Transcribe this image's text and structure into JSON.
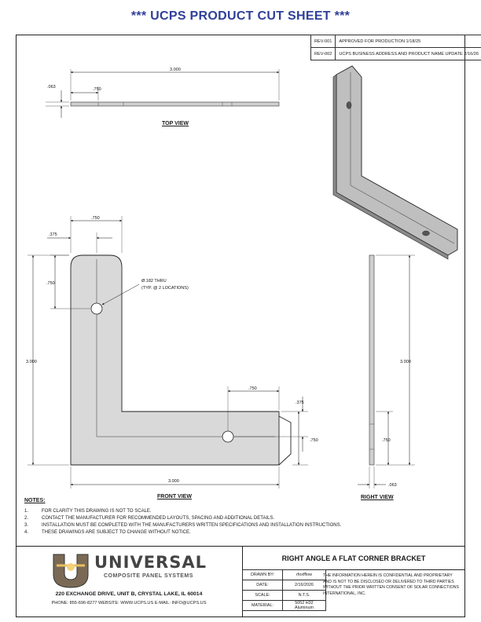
{
  "title": "*** UCPS PRODUCT CUT SHEET ***",
  "revisions": [
    {
      "id": "REV-001",
      "desc": "APPROVED FOR PRODUCTION 1/18/25"
    },
    {
      "id": "REV-002",
      "desc": "UCPS BUSINESS ADDRESS AND PRODUCT NAME UPDATE 2/16/26"
    }
  ],
  "views": {
    "top": "TOP VIEW",
    "front": "FRONT VIEW",
    "right": "RIGHT VIEW"
  },
  "dimensions": {
    "top_length": "3.000",
    "top_hole": ".750",
    "top_thk": ".063",
    "front_375_left": ".375",
    "front_750_top": ".750",
    "front_750_left": ".750",
    "front_height": "3.000",
    "front_width": "3.000",
    "front_750_bottom": ".750",
    "front_375_right": ".375",
    "front_750_right": ".750",
    "hole_callout_1": "Ø.182 THRU",
    "hole_callout_2": "(TYP. @ 2 LOCATIONS)",
    "right_height": "3.000",
    "right_750": ".750",
    "right_thk": ".063"
  },
  "notes": {
    "header": "NOTES:",
    "items": [
      {
        "n": "1.",
        "text": "FOR CLARITY THIS DRAWING IS NOT TO SCALE."
      },
      {
        "n": "2.",
        "text": "CONTACT THE MANUFACTURER FOR RECOMMENDED LAYOUTS, SPACING AND ADDITIONAL DETAILS."
      },
      {
        "n": "3.",
        "text": "INSTALLATION MUST BE COMPLETED WITH THE MANUFACTURERS WRITTEN SPECIFICATIONS AND INSTALLATION INSTRUCTIONS."
      },
      {
        "n": "4.",
        "text": "THESE DRAWINGS ARE SUBJECT TO CHANGE WITHOUT NOTICE."
      }
    ]
  },
  "company": {
    "name": "UNIVERSAL",
    "sub": "COMPOSITE PANEL SYSTEMS",
    "address": "220 EXCHANGE DRIVE, UNIT B, CRYSTAL LAKE, IL 60014",
    "contact": "PHONE: 855-696-8277    WEBSITE: WWW.UCPS.US    E-MAIL: INFO@UCPS.US"
  },
  "part_name": "RIGHT ANGLE A FLAT CORNER BRACKET",
  "info": [
    {
      "label": "DRAWN BY:",
      "value": "rfoxfflow"
    },
    {
      "label": "DATE:",
      "value": "2/16/2026"
    },
    {
      "label": "SCALE:",
      "value": "N.T.S."
    },
    {
      "label": "MATERIAL:",
      "value": "5052 H32 Aluminum"
    }
  ],
  "disclaimer": "THE INFORMATION HEREIN IS CONFIDENTIAL AND PROPRIETARY AND IS NOT TO BE DISCLOSED OR DELIVERED TO THIRD PARTIES WITHOUT THE PRIOR WRITTEN CONSENT OF SOLAR CONNECTIONS INTERNATIONAL, INC.",
  "colors": {
    "title": "#2f3f99",
    "part_fill": "#d9d9d9"
  }
}
